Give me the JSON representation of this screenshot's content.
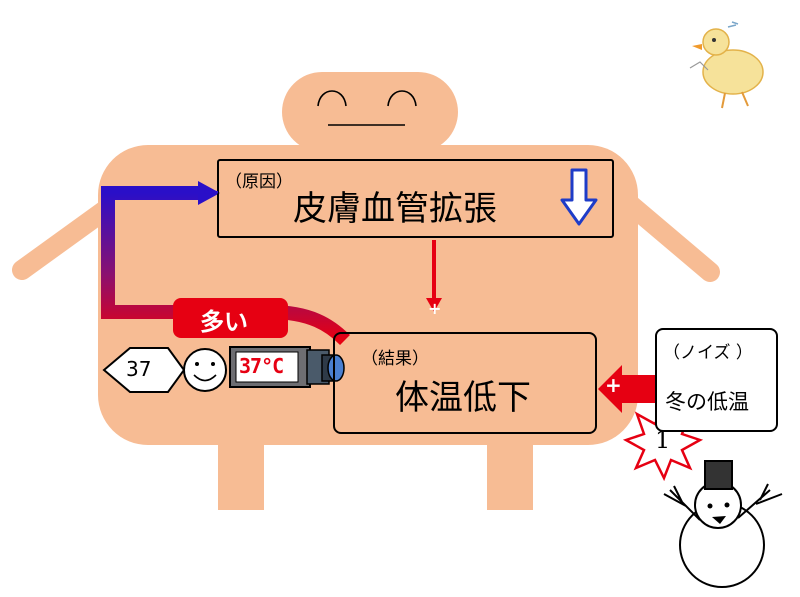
{
  "cause_box": {
    "tag": "（原因）",
    "title": "皮膚血管拡張"
  },
  "result_box": {
    "tag": "（結果）",
    "title": "体温低下"
  },
  "noise_box": {
    "tag": "（ノイズ ）",
    "title": "冬の低温"
  },
  "feedback_label": "多い",
  "feedback_sign": "−",
  "cause_to_result_sign": "+",
  "noise_sign": "+",
  "thermometer": {
    "diamond_value": "37",
    "display": "37°C"
  },
  "snowman_marker": "1",
  "colors": {
    "body": "#F7BC94",
    "red": "#E60012",
    "blue": "#1A1AC8",
    "down_arrow": "#1E3CC8"
  }
}
